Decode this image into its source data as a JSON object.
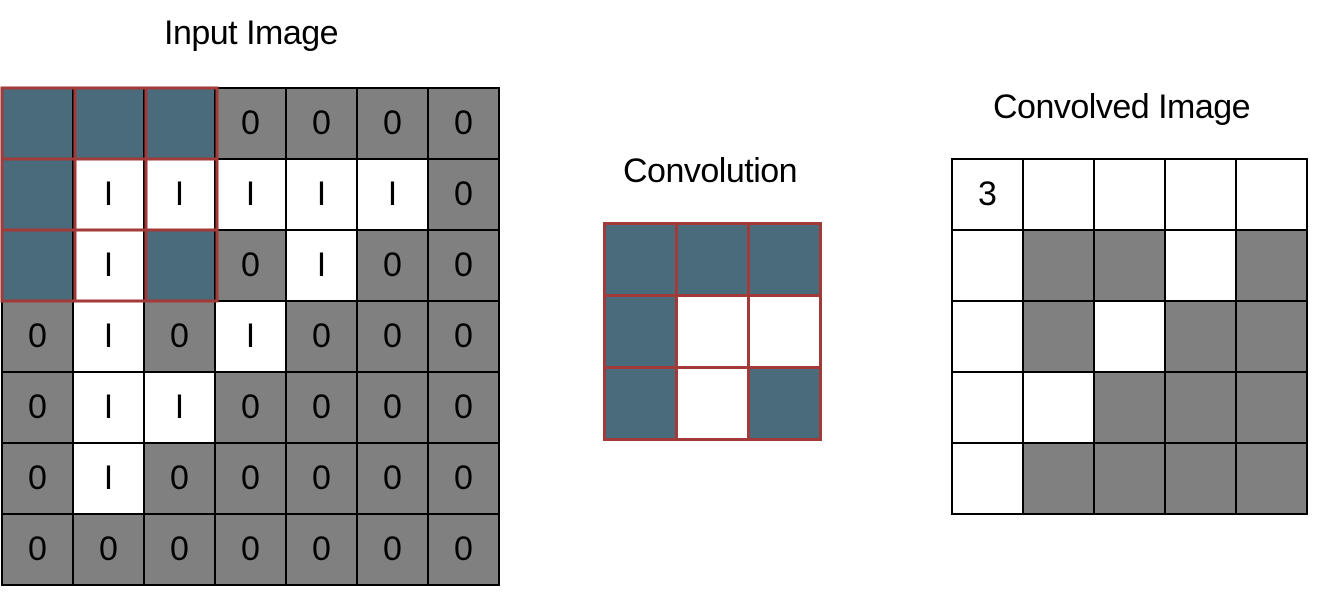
{
  "titles": {
    "input": "Input Image",
    "kernel": "Convolution",
    "output": "Convolved Image"
  },
  "colors": {
    "gray": "#808080",
    "white": "#ffffff",
    "kernel_blue": "#4a6b7c",
    "highlight_red": "#a33a3a"
  },
  "input_grid": {
    "rows": [
      [
        {
          "fill": "b",
          "text": ""
        },
        {
          "fill": "b",
          "text": ""
        },
        {
          "fill": "b",
          "text": ""
        },
        {
          "fill": "g",
          "text": "0"
        },
        {
          "fill": "g",
          "text": "0"
        },
        {
          "fill": "g",
          "text": "0"
        },
        {
          "fill": "g",
          "text": "0"
        }
      ],
      [
        {
          "fill": "b",
          "text": ""
        },
        {
          "fill": "w",
          "text": "I"
        },
        {
          "fill": "w",
          "text": "I"
        },
        {
          "fill": "w",
          "text": "I"
        },
        {
          "fill": "w",
          "text": "I"
        },
        {
          "fill": "w",
          "text": "I"
        },
        {
          "fill": "g",
          "text": "0"
        }
      ],
      [
        {
          "fill": "b",
          "text": ""
        },
        {
          "fill": "w",
          "text": "I"
        },
        {
          "fill": "b",
          "text": ""
        },
        {
          "fill": "g",
          "text": "0"
        },
        {
          "fill": "w",
          "text": "I"
        },
        {
          "fill": "g",
          "text": "0"
        },
        {
          "fill": "g",
          "text": "0"
        }
      ],
      [
        {
          "fill": "g",
          "text": "0"
        },
        {
          "fill": "w",
          "text": "I"
        },
        {
          "fill": "g",
          "text": "0"
        },
        {
          "fill": "w",
          "text": "I"
        },
        {
          "fill": "g",
          "text": "0"
        },
        {
          "fill": "g",
          "text": "0"
        },
        {
          "fill": "g",
          "text": "0"
        }
      ],
      [
        {
          "fill": "g",
          "text": "0"
        },
        {
          "fill": "w",
          "text": "I"
        },
        {
          "fill": "w",
          "text": "I"
        },
        {
          "fill": "g",
          "text": "0"
        },
        {
          "fill": "g",
          "text": "0"
        },
        {
          "fill": "g",
          "text": "0"
        },
        {
          "fill": "g",
          "text": "0"
        }
      ],
      [
        {
          "fill": "g",
          "text": "0"
        },
        {
          "fill": "w",
          "text": "I"
        },
        {
          "fill": "g",
          "text": "0"
        },
        {
          "fill": "g",
          "text": "0"
        },
        {
          "fill": "g",
          "text": "0"
        },
        {
          "fill": "g",
          "text": "0"
        },
        {
          "fill": "g",
          "text": "0"
        }
      ],
      [
        {
          "fill": "g",
          "text": "0"
        },
        {
          "fill": "g",
          "text": "0"
        },
        {
          "fill": "g",
          "text": "0"
        },
        {
          "fill": "g",
          "text": "0"
        },
        {
          "fill": "g",
          "text": "0"
        },
        {
          "fill": "g",
          "text": "0"
        },
        {
          "fill": "g",
          "text": "0"
        }
      ]
    ]
  },
  "kernel_grid": {
    "rows": [
      [
        {
          "fill": "b",
          "text": ""
        },
        {
          "fill": "b",
          "text": ""
        },
        {
          "fill": "b",
          "text": ""
        }
      ],
      [
        {
          "fill": "b",
          "text": ""
        },
        {
          "fill": "w",
          "text": ""
        },
        {
          "fill": "w",
          "text": ""
        }
      ],
      [
        {
          "fill": "b",
          "text": ""
        },
        {
          "fill": "w",
          "text": ""
        },
        {
          "fill": "b",
          "text": ""
        }
      ]
    ]
  },
  "output_grid": {
    "rows": [
      [
        {
          "fill": "w",
          "text": "3"
        },
        {
          "fill": "w",
          "text": ""
        },
        {
          "fill": "w",
          "text": ""
        },
        {
          "fill": "w",
          "text": ""
        },
        {
          "fill": "w",
          "text": ""
        }
      ],
      [
        {
          "fill": "w",
          "text": ""
        },
        {
          "fill": "g",
          "text": ""
        },
        {
          "fill": "g",
          "text": ""
        },
        {
          "fill": "w",
          "text": ""
        },
        {
          "fill": "g",
          "text": ""
        }
      ],
      [
        {
          "fill": "w",
          "text": ""
        },
        {
          "fill": "g",
          "text": ""
        },
        {
          "fill": "w",
          "text": ""
        },
        {
          "fill": "g",
          "text": ""
        },
        {
          "fill": "g",
          "text": ""
        }
      ],
      [
        {
          "fill": "w",
          "text": ""
        },
        {
          "fill": "w",
          "text": ""
        },
        {
          "fill": "g",
          "text": ""
        },
        {
          "fill": "g",
          "text": ""
        },
        {
          "fill": "g",
          "text": ""
        }
      ],
      [
        {
          "fill": "w",
          "text": ""
        },
        {
          "fill": "g",
          "text": ""
        },
        {
          "fill": "g",
          "text": ""
        },
        {
          "fill": "g",
          "text": ""
        },
        {
          "fill": "g",
          "text": ""
        }
      ]
    ]
  }
}
